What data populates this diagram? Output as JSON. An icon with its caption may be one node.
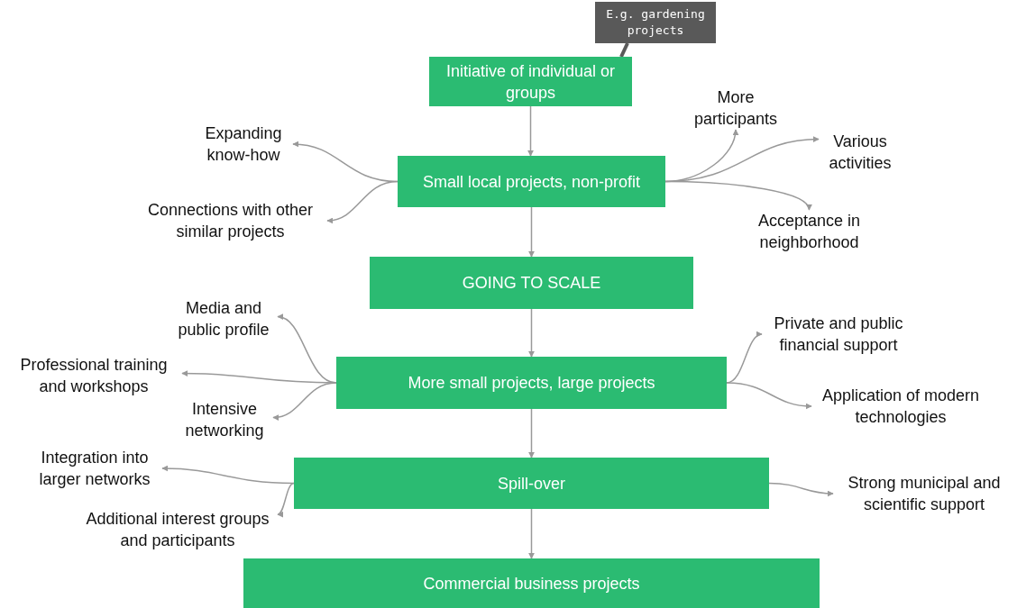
{
  "diagram": {
    "nodes": [
      {
        "text": [
          "E.g. gardening projects"
        ]
      },
      {
        "text": [
          "Initiative of individual or groups"
        ]
      },
      {
        "text": [
          "Small local projects, non-profit"
        ]
      },
      {
        "text": [
          "GOING TO SCALE"
        ]
      },
      {
        "text": [
          "More small projects, large projects"
        ]
      },
      {
        "text": [
          "Spill-over"
        ]
      },
      {
        "text": [
          "Commercial business projects"
        ]
      },
      {
        "text": [
          "Expanding know-how"
        ]
      },
      {
        "text": [
          "Connections with other similar projects"
        ]
      },
      {
        "text": [
          "More participants"
        ]
      },
      {
        "text": [
          "Various activities"
        ]
      },
      {
        "text": [
          "Acceptance in neighborhood"
        ]
      },
      {
        "text": [
          "Media and public profile"
        ]
      },
      {
        "text": [
          "Professional training and workshops"
        ]
      },
      {
        "text": [
          "Intensive networking"
        ]
      },
      {
        "text": [
          "Private and public financial support"
        ]
      },
      {
        "text": [
          "Application of modern technologies"
        ]
      },
      {
        "text": [
          "Integration into larger networks"
        ]
      },
      {
        "text": [
          "Additional interest groups and participants"
        ]
      },
      {
        "text": [
          "Strong municipal and scientific support"
        ]
      }
    ],
    "edges": [
      {
        "from": 0,
        "to": 1,
        "arrow": "none",
        "style": "thick",
        "color": "#595959"
      },
      {
        "from": 1,
        "to": 2,
        "arrow": "to"
      },
      {
        "from": 2,
        "to": 3,
        "arrow": "to"
      },
      {
        "from": 3,
        "to": 4,
        "arrow": "to"
      },
      {
        "from": 4,
        "to": 5,
        "arrow": "to"
      },
      {
        "from": 5,
        "to": 6,
        "arrow": "to"
      },
      {
        "from": 2,
        "to": 7,
        "arrow": "to"
      },
      {
        "from": 2,
        "to": 8,
        "arrow": "to"
      },
      {
        "from": 2,
        "to": 9,
        "arrow": "to"
      },
      {
        "from": 2,
        "to": 10,
        "arrow": "to"
      },
      {
        "from": 2,
        "to": 11,
        "arrow": "to"
      },
      {
        "from": 4,
        "to": 12,
        "arrow": "to"
      },
      {
        "from": 4,
        "to": 13,
        "arrow": "to"
      },
      {
        "from": 4,
        "to": 14,
        "arrow": "to"
      },
      {
        "from": 4,
        "to": 15,
        "arrow": "to"
      },
      {
        "from": 4,
        "to": 16,
        "arrow": "to"
      },
      {
        "from": 5,
        "to": 17,
        "arrow": "to"
      },
      {
        "from": 5,
        "to": 18,
        "arrow": "to"
      },
      {
        "from": 5,
        "to": 19,
        "arrow": "to"
      }
    ]
  }
}
